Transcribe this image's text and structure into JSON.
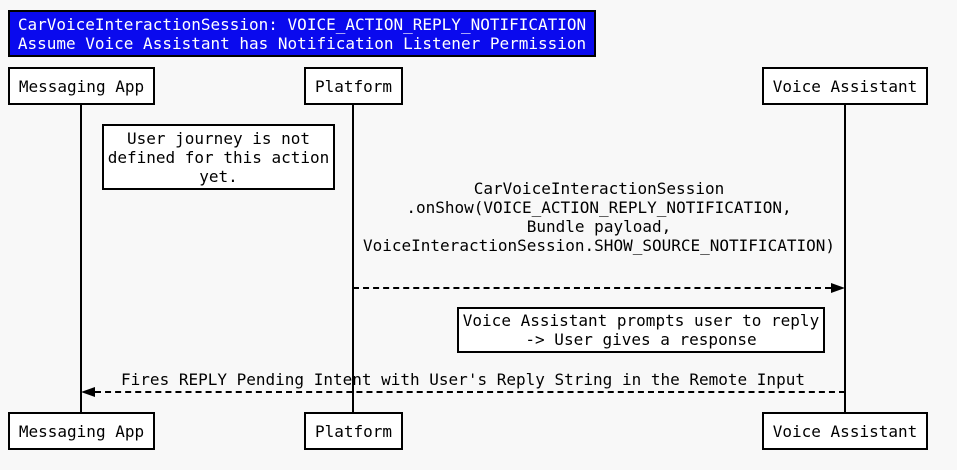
{
  "colors": {
    "background": "#f8f8f8",
    "line": "#000000",
    "box_fill": "#ffffff",
    "title_fill": "#0a0aee",
    "title_text": "#ffffff"
  },
  "title": {
    "line1": "CarVoiceInteractionSession: VOICE_ACTION_REPLY_NOTIFICATION",
    "line2": "Assume Voice Assistant has Notification Listener Permission"
  },
  "actors": [
    {
      "label": "Messaging App"
    },
    {
      "label": "Platform"
    },
    {
      "label": "Voice Assistant"
    }
  ],
  "notes": [
    {
      "lines": [
        "User journey is not",
        "defined for this action",
        "yet."
      ]
    },
    {
      "lines": [
        "Voice Assistant prompts user to reply",
        "-> User gives a response"
      ]
    }
  ],
  "messages": [
    {
      "from": "Platform",
      "to": "Voice Assistant",
      "direction": "right",
      "line_style": "dashed",
      "lines": [
        "CarVoiceInteractionSession",
        ".onShow(VOICE_ACTION_REPLY_NOTIFICATION,",
        "Bundle payload,",
        "VoiceInteractionSession.SHOW_SOURCE_NOTIFICATION)"
      ]
    },
    {
      "from": "Voice Assistant",
      "to": "Messaging App",
      "direction": "left",
      "line_style": "dashed",
      "lines": [
        "Fires REPLY Pending Intent with User's Reply String in the Remote Input"
      ]
    }
  ]
}
